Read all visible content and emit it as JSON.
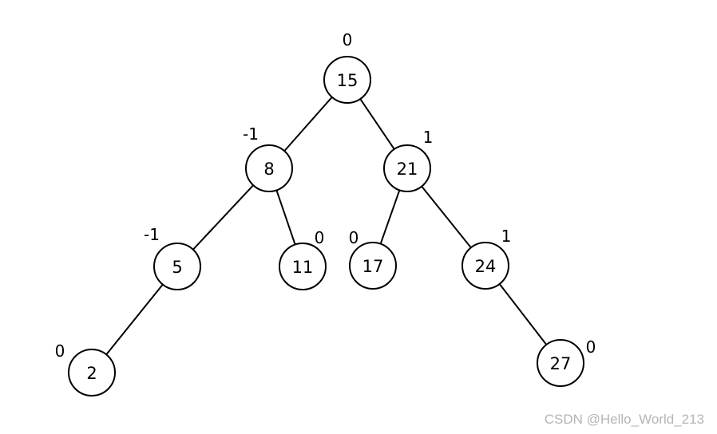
{
  "tree": {
    "nodes": [
      {
        "id": "n15",
        "value": "15",
        "balance": "0"
      },
      {
        "id": "n8",
        "value": "8",
        "balance": "-1"
      },
      {
        "id": "n21",
        "value": "21",
        "balance": "1"
      },
      {
        "id": "n5",
        "value": "5",
        "balance": "-1"
      },
      {
        "id": "n11",
        "value": "11",
        "balance": "0"
      },
      {
        "id": "n17",
        "value": "17",
        "balance": "0"
      },
      {
        "id": "n24",
        "value": "24",
        "balance": "1"
      },
      {
        "id": "n2",
        "value": "2",
        "balance": "0"
      },
      {
        "id": "n27",
        "value": "27",
        "balance": "0"
      }
    ],
    "edges": [
      {
        "from": "n15",
        "to": "n8"
      },
      {
        "from": "n15",
        "to": "n21"
      },
      {
        "from": "n8",
        "to": "n5"
      },
      {
        "from": "n8",
        "to": "n11"
      },
      {
        "from": "n21",
        "to": "n17"
      },
      {
        "from": "n21",
        "to": "n24"
      },
      {
        "from": "n5",
        "to": "n2"
      },
      {
        "from": "n24",
        "to": "n27"
      }
    ]
  },
  "watermark": "CSDN @Hello_World_213"
}
